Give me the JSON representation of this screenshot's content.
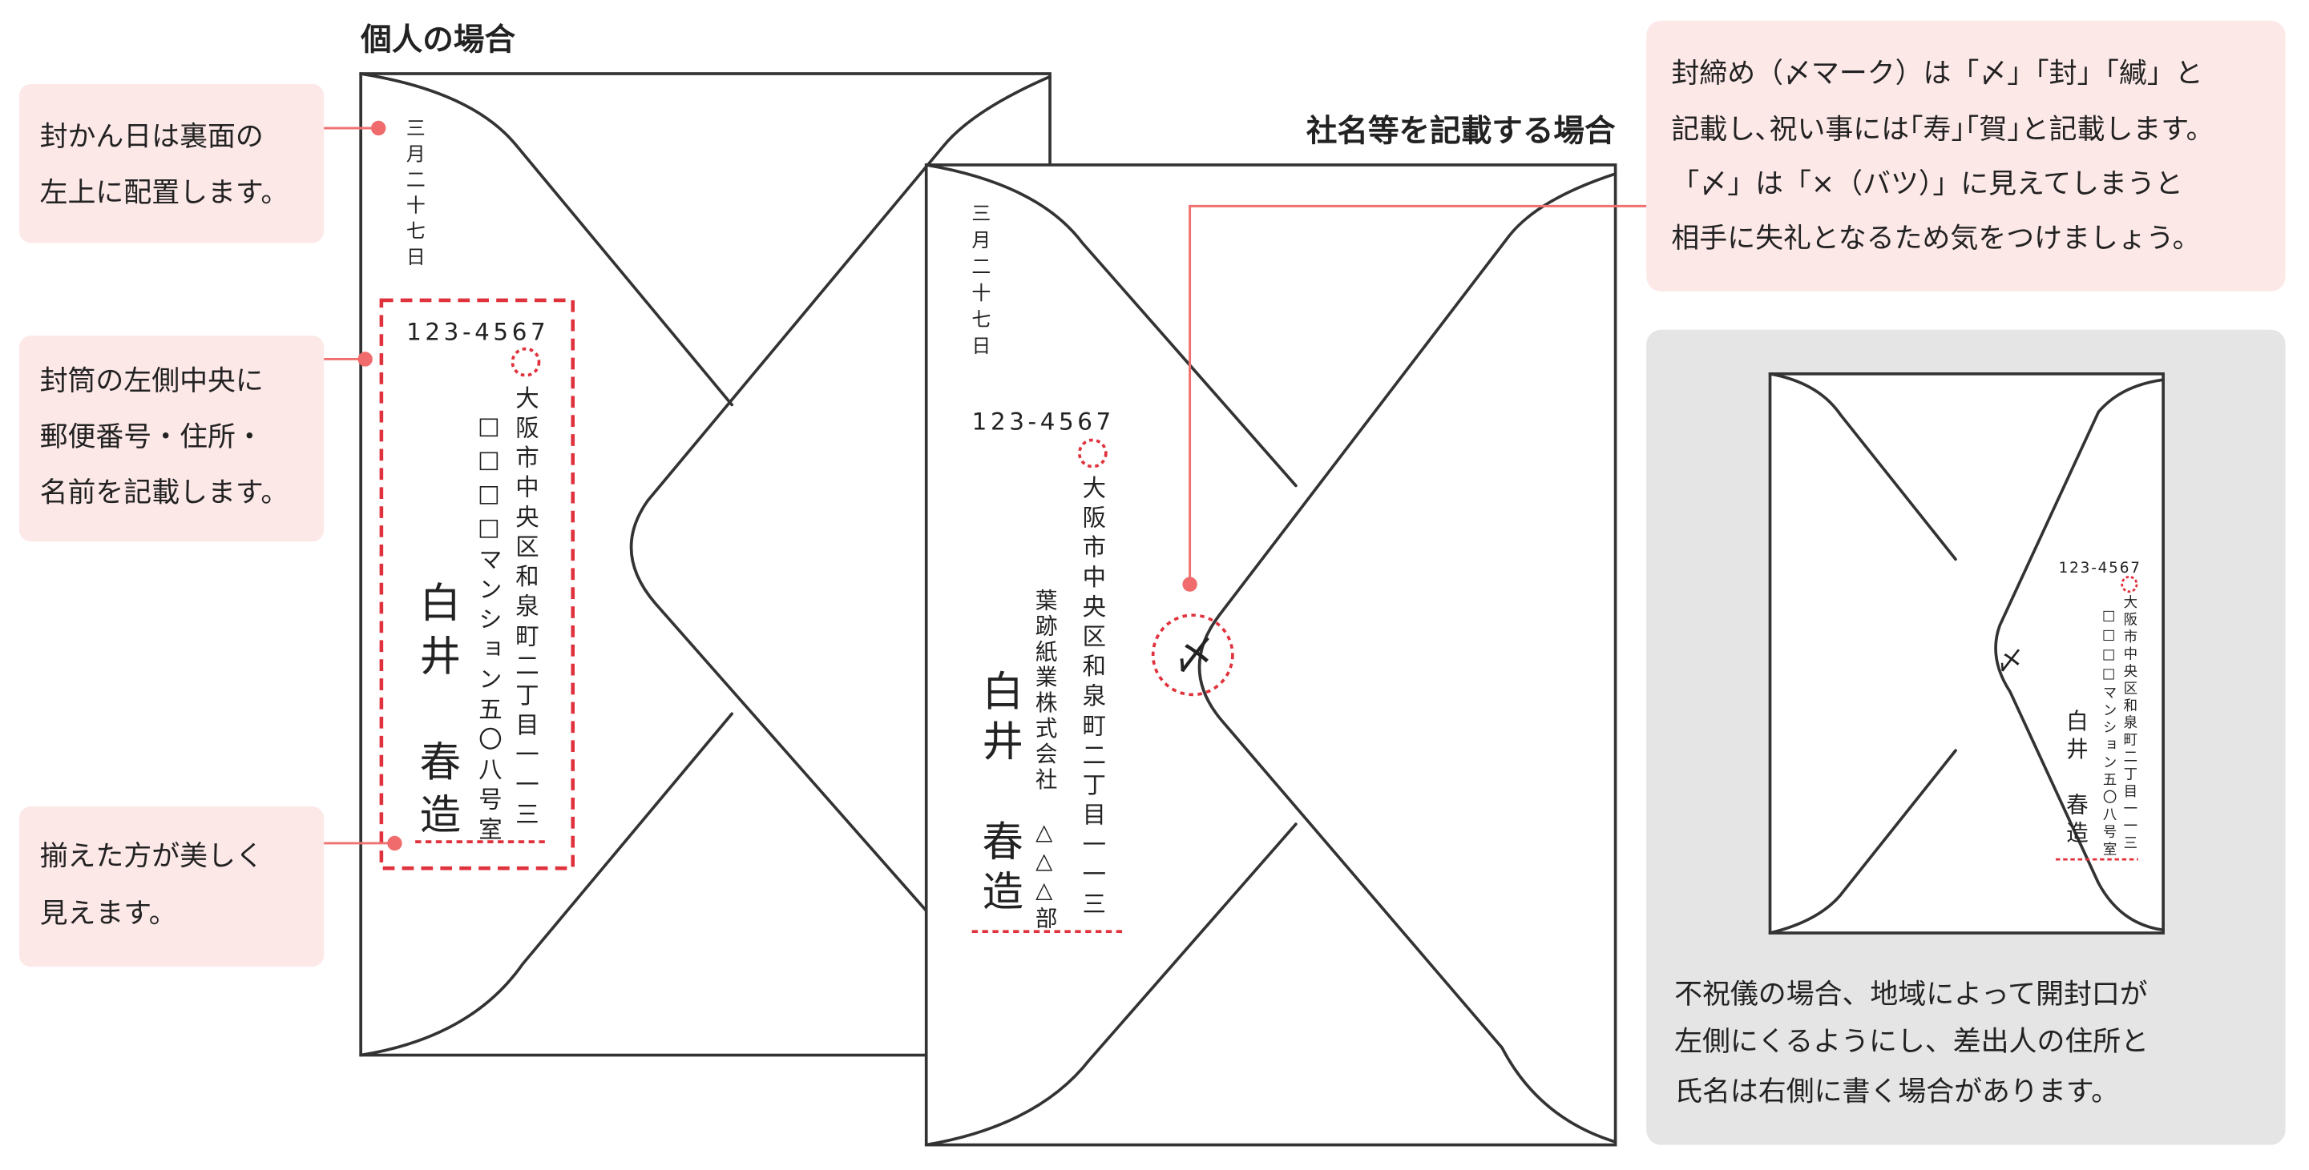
{
  "personal": {
    "title": "個人の場合",
    "date": "三月二十七日",
    "postal": "123-4567",
    "address1": "大阪市中央区和泉町二丁目一一三",
    "address2": "□□□□マンション五〇八号室",
    "name": "白井　春造"
  },
  "company": {
    "title": "社名等を記載する場合",
    "date": "三月二十七日",
    "postal": "123-4567",
    "address1": "大阪市中央区和泉町二丁目一一三",
    "company": "葉跡紙業株式会社　△△△部",
    "name": "白井　春造",
    "seal_mark": "〆"
  },
  "condolence": {
    "postal": "123-4567",
    "address1": "大阪市中央区和泉町二丁目一一三",
    "address2": "□□□□マンション五〇八号室",
    "name": "白井　春造",
    "seal_mark": "〆",
    "note_lines": [
      "不祝儀の場合、地域によって開封口が",
      "左側にくるようにし、差出人の住所と",
      "氏名は右側に書く場合があります。"
    ]
  },
  "callouts": {
    "date_note": [
      "封かん日は裏面の",
      "左上に配置します。"
    ],
    "address_note": [
      "封筒の左側中央に",
      "郵便番号・住所・",
      "名前を記載します。"
    ],
    "align_note": [
      "揃えた方が美しく",
      "見えます。"
    ],
    "seal_note": [
      "封締め（〆マーク）は「〆」「封」「緘」と",
      "記載し､祝い事には｢寿｣｢賀｣と記載します。",
      "「〆」は「×（バツ）」に見えてしまうと",
      "相手に失礼となるため気をつけましょう。"
    ]
  },
  "colors": {
    "callout_bg": "#fde8e8",
    "accent": "#e0323c",
    "connector": "#f06b6b",
    "gray_box": "#e5e5e5"
  }
}
